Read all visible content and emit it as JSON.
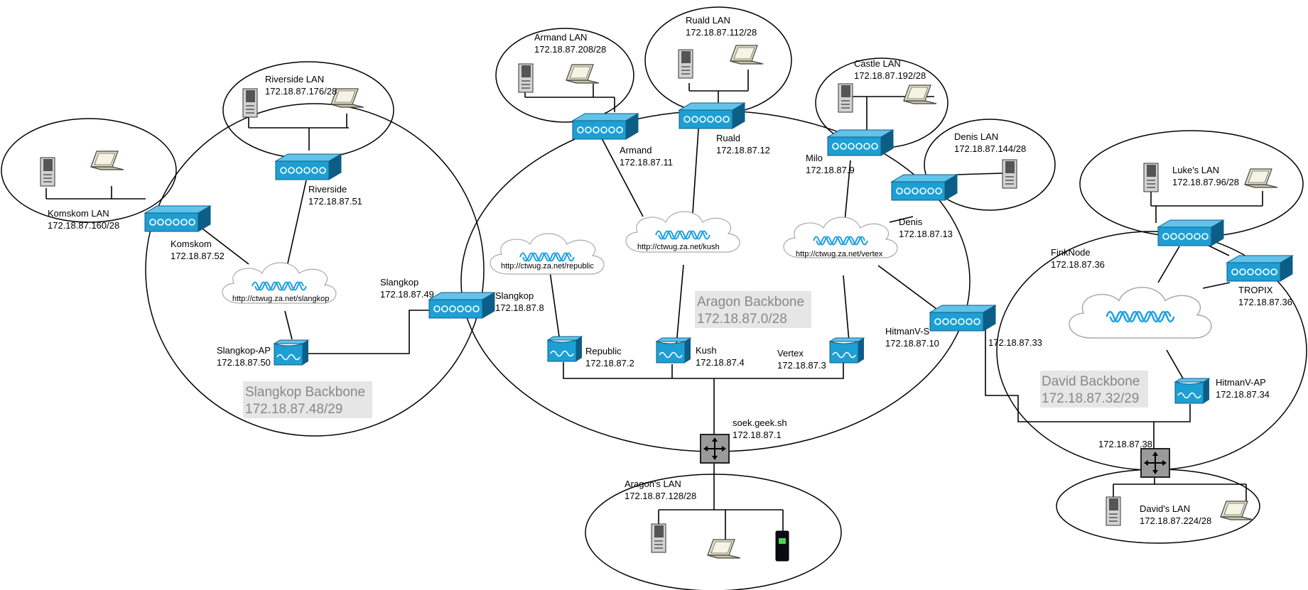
{
  "lans": {
    "komskom": {
      "name": "Komskom LAN",
      "subnet": "172.18.87.160/28"
    },
    "riverside": {
      "name": "Riverside LAN",
      "subnet": "172.18.87.176/28"
    },
    "armand": {
      "name": "Armand LAN",
      "subnet": "172.18.87.208/28"
    },
    "ruald": {
      "name": "Ruald LAN",
      "subnet": "172.18.87.112/28"
    },
    "castle": {
      "name": "Castle LAN",
      "subnet": "172.18.87.192/28"
    },
    "denis": {
      "name": "Denis LAN",
      "subnet": "172.18.87.144/28"
    },
    "luke": {
      "name": "Luke's LAN",
      "subnet": "172.18.87.96/28"
    },
    "aragon": {
      "name": "Aragon's LAN",
      "subnet": "172.18.87.128/28"
    },
    "david": {
      "name": "David's LAN",
      "subnet": "172.18.87.224/28"
    }
  },
  "backbones": {
    "slangkop": {
      "name": "Slangkop Backbone",
      "subnet": "172.18.87.48/29"
    },
    "aragon": {
      "name": "Aragon Backbone",
      "subnet": "172.18.87.0/28"
    },
    "david": {
      "name": "David Backbone",
      "subnet": "172.18.87.32/29"
    }
  },
  "clouds": {
    "slangkop": "http://ctwug.za.net/slangkop",
    "republic": "http://ctwug.za.net/republic",
    "kush": "http://ctwug.za.net/kush",
    "vertex": "http://ctwug.za.net/vertex"
  },
  "nodes": {
    "komskom": {
      "name": "Komskom",
      "ip": "172.18.87.52"
    },
    "riverside": {
      "name": "Riverside",
      "ip": "172.18.87.51"
    },
    "slangkop_left": {
      "name": "Slangkop",
      "ip": "172.18.87.49"
    },
    "slangkop_right": {
      "name": "Slangkop",
      "ip": "172.18.87.8"
    },
    "slangkop_ap": {
      "name": "Slangkop-AP",
      "ip": "172.18.87.50"
    },
    "armand": {
      "name": "Armand",
      "ip": "172.18.87.11"
    },
    "ruald": {
      "name": "Ruald",
      "ip": "172.18.87.12"
    },
    "milo": {
      "name": "Milo",
      "ip": "172.18.87.9"
    },
    "denis": {
      "name": "Denis",
      "ip": "172.18.87.13"
    },
    "republic": {
      "name": "Republic",
      "ip": "172.18.87.2"
    },
    "kush": {
      "name": "Kush",
      "ip": "172.18.87.4"
    },
    "vertex": {
      "name": "Vertex",
      "ip": "172.18.87.3"
    },
    "soek": {
      "name": "soek.geek.sh",
      "ip": "172.18.87.1"
    },
    "hitmanv_s": {
      "name": "HitmanV-S",
      "ip": "172.18.87.10",
      "ip2": "172.18.87.33"
    },
    "finknode": {
      "name": "FinkNode",
      "ip": "172.18.87.36"
    },
    "tropix": {
      "name": "TROPIX",
      "ip": "172.18.87.36"
    },
    "hitmanv_ap": {
      "name": "HitmanV-AP",
      "ip": "172.18.87.34"
    },
    "david_router": {
      "ip": "172.18.87.38"
    }
  },
  "icons": {
    "switch": "switch-icon",
    "access_point": "access-point-icon",
    "router": "router-icon",
    "server": "server-icon",
    "laptop": "laptop-icon",
    "phone": "phone-icon",
    "cloud": "wireless-cloud-icon"
  },
  "colors": {
    "device_blue": "#1e9fd4",
    "device_dark": "#0d5e86",
    "device_light": "#62c3ea",
    "wave": "#1ba1e2",
    "router_gray": "#999999",
    "backbone_text": "#888888",
    "backbone_bg": "#e6e6e6"
  }
}
